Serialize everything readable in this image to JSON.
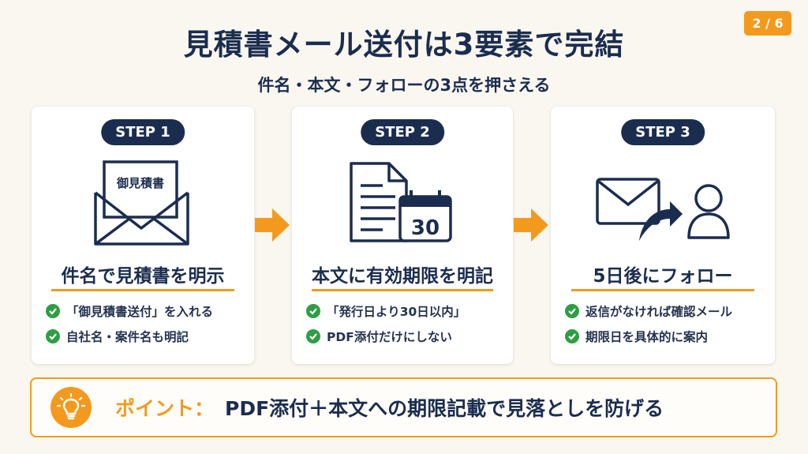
{
  "title": "見積書メール送付は3要素で完結",
  "subtitle": "件名・本文・フォローの3点を押さえる",
  "page_indicator": "2 / 6",
  "steps": [
    {
      "badge": "STEP 1",
      "icon_text": "御見積書",
      "heading": "件名で見積書を明示",
      "items": [
        "「御見積書送付」を入れる",
        "自社名・案件名も明記"
      ]
    },
    {
      "badge": "STEP 2",
      "icon_text": "30",
      "heading": "本文に有効期限を明記",
      "items": [
        "「発行日より30日以内」",
        "PDF添付だけにしない"
      ]
    },
    {
      "badge": "STEP 3",
      "heading": "5日後にフォロー",
      "items": [
        "返信がなければ確認メール",
        "期限日を具体的に案内"
      ]
    }
  ],
  "point": {
    "label": "ポイント：",
    "text": "PDF添付＋本文への期限記載で見落としを防げる"
  },
  "colors": {
    "navy": "#1b2d4f",
    "orange": "#f39a1e",
    "green": "#2e9e44"
  }
}
